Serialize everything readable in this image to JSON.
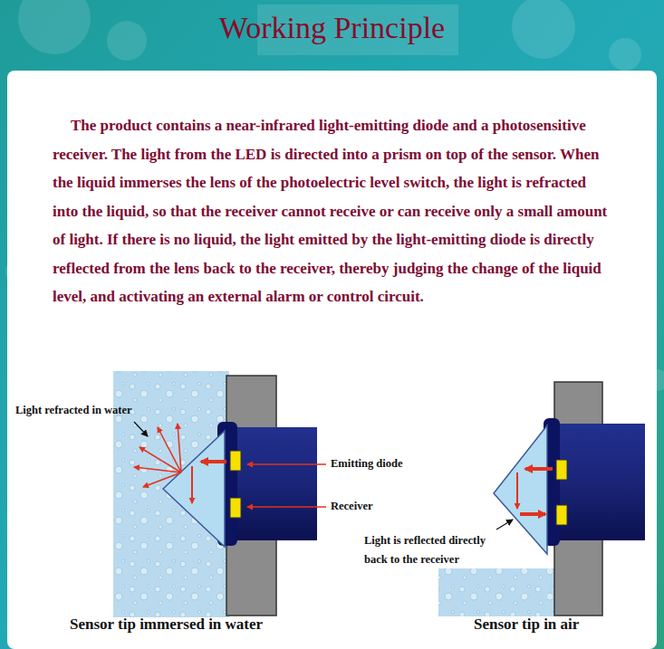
{
  "diagram": {
    "title": "Working Principle",
    "nodes": [
      {
        "text": [
          "The product contains a near-infrared light-emitting diode and a photosensitive receiver. The light from the LED is directed into a prism on top of the sensor. When the liquid immerses the lens of the photoelectric level switch, the light is refracted into the liquid, so that the receiver cannot receive or can receive only a small amount of light. If there is no liquid, the light emitted by the light-emitting diode is directly reflected from the lens back to the receiver, thereby judging the change of the liquid level, and activating an external alarm or control circuit."
        ]
      }
    ],
    "labels": [
      "Light refracted in water",
      "Emitting diode",
      "Receiver",
      "Light is reflected directly back to the receiver",
      "Sensor tip immersed in water",
      "Sensor tip in air"
    ]
  }
}
